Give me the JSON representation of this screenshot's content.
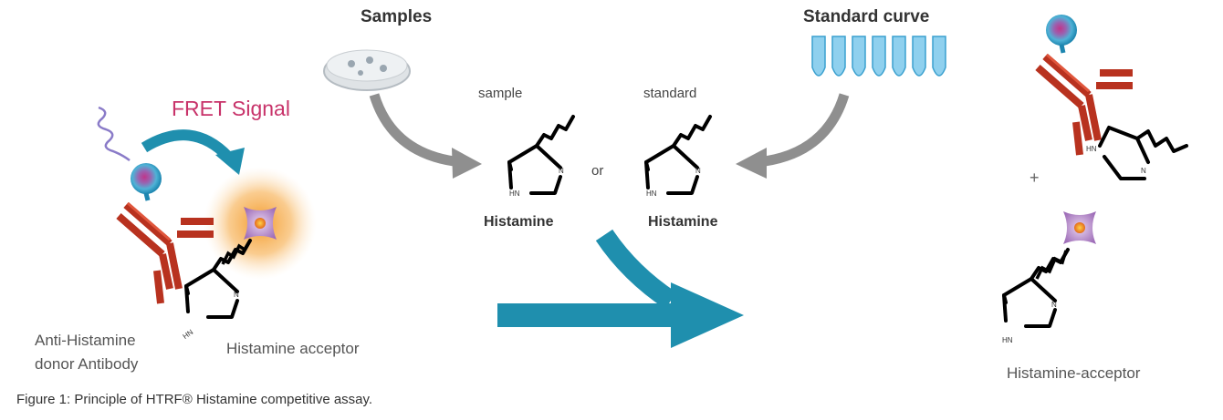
{
  "samples_title": "Samples",
  "standard_title": "Standard curve",
  "sample_label": "sample",
  "standard_label": "standard",
  "or_label": "or",
  "histamine_label_1": "Histamine",
  "histamine_label_2": "Histamine",
  "fret_label": "FRET Signal",
  "donor_label_line1": "Anti-Histamine",
  "donor_label_line2": "donor Antibody",
  "acceptor_label": "Histamine acceptor",
  "plus_label": "+",
  "result_acceptor_label": "Histamine-acceptor",
  "ring_n": "N",
  "ring_hn": "HN",
  "caption": "Figure 1: Principle of HTRF® Histamine competitive assay.",
  "colors": {
    "teal": "#1f8fae",
    "gray_arrow": "#8f8f8f",
    "fret_pink": "#c8336a",
    "antibody_red": "#b8321f",
    "acceptor_purple": "#a97fc0",
    "glow_orange": "#f6a23a"
  }
}
